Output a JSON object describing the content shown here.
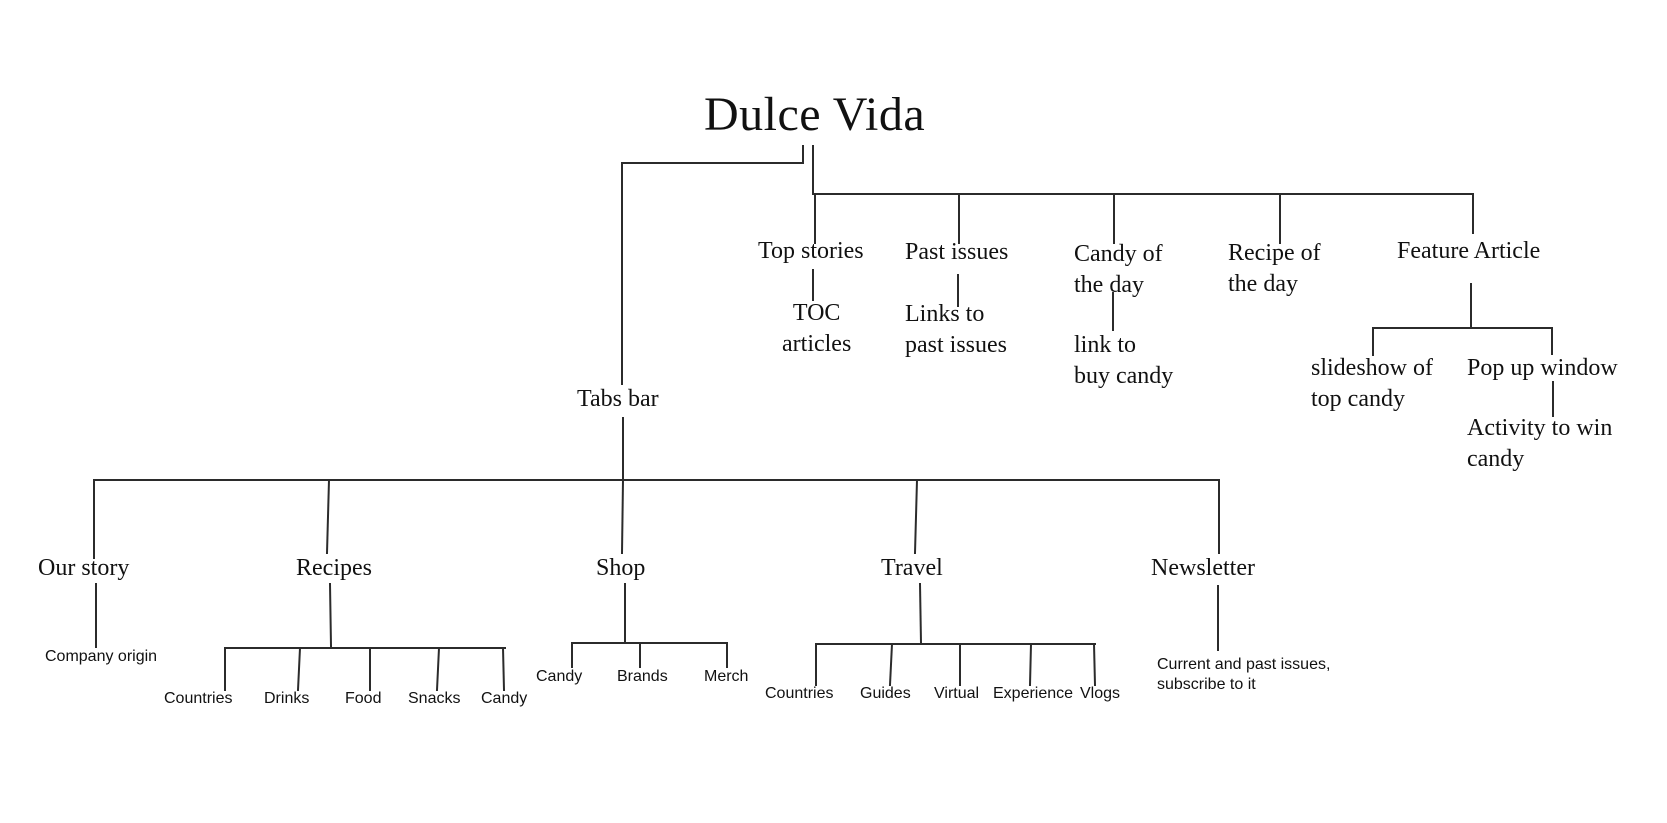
{
  "title": "Dulce Vida",
  "home": {
    "top_stories": "Top stories",
    "toc_articles": "TOC\narticles",
    "past_issues": "Past issues",
    "links_to_past_issues": "Links to\npast issues",
    "candy_of_the_day": "Candy of\nthe day",
    "link_to_buy_candy": "link to\nbuy candy",
    "recipe_of_the_day": "Recipe of\nthe day",
    "feature_article": "Feature Article",
    "slideshow": "slideshow of\ntop candy",
    "popup_window": "Pop up window",
    "activity_to_win": "Activity to win\ncandy"
  },
  "tabs_bar": {
    "label": "Tabs bar",
    "our_story": {
      "label": "Our story",
      "children": [
        "Company origin"
      ]
    },
    "recipes": {
      "label": "Recipes",
      "children": [
        "Countries",
        "Drinks",
        "Food",
        "Snacks",
        "Candy"
      ]
    },
    "shop": {
      "label": "Shop",
      "children": [
        "Candy",
        "Brands",
        "Merch"
      ]
    },
    "travel": {
      "label": "Travel",
      "children": [
        "Countries",
        "Guides",
        "Virtual",
        "Experience",
        "Vlogs"
      ]
    },
    "newsletter": {
      "label": "Newsletter",
      "children": [
        "Current and past issues,\nsubscribe to it"
      ]
    }
  }
}
